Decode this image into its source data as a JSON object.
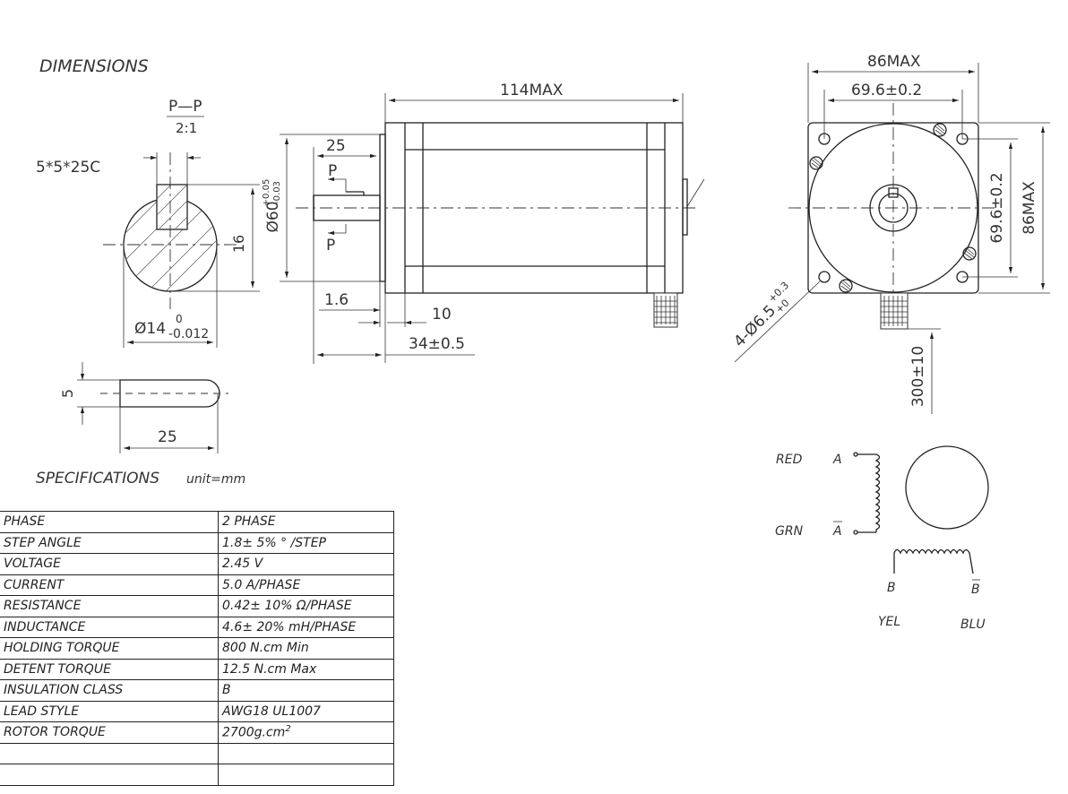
{
  "headings": {
    "dimensions": "DIMENSIONS",
    "specifications": "SPECIFICATIONS",
    "unit": "unit=mm"
  },
  "key_section": {
    "section_label": "P—P",
    "scale": "2:1",
    "key_size": "5*5*25C",
    "shaft_dia": "Ø14",
    "tol_upper": "0",
    "tol_lower": "-0.012",
    "key_height": "16"
  },
  "key_part": {
    "width": "5",
    "length": "25"
  },
  "side_view": {
    "length": "114MAX",
    "shaft_length": "25",
    "section_mark": "P",
    "pilot_dia": "Ø60",
    "pilot_tol_upper": "+0.05",
    "pilot_tol_lower": "-0.03",
    "flange_thickness": "1.6",
    "flange_width": "10",
    "shaft_extension": "34±0.5"
  },
  "front_view": {
    "body_width": "86MAX",
    "hole_spacing": "69.6±0.2",
    "hole_spacing_v": "69.6±0.2",
    "body_height": "86MAX",
    "mount_holes": "4-Ø6.5",
    "mount_tol_upper": "+0.3",
    "mount_tol_lower": "+0",
    "lead_length": "300±10"
  },
  "wiring": {
    "red": "RED",
    "grn": "GRN",
    "a": "A",
    "a_bar": "A",
    "b": "B",
    "b_bar": "B",
    "yel": "YEL",
    "blu": "BLU"
  },
  "specs": [
    {
      "key": "PHASE",
      "value": "2  PHASE"
    },
    {
      "key": "STEP ANGLE",
      "value": "1.8± 5% ° /STEP"
    },
    {
      "key": "VOLTAGE",
      "value": "2.45 V"
    },
    {
      "key": "CURRENT",
      "value": "5.0 A/PHASE"
    },
    {
      "key": "RESISTANCE",
      "value": "0.42± 10%  Ω/PHASE"
    },
    {
      "key": "INDUCTANCE",
      "value": "4.6± 20% mH/PHASE"
    },
    {
      "key": "HOLDING TORQUE",
      "value": "800  N.cm Min"
    },
    {
      "key": "DETENT TORQUE",
      "value": "12.5 N.cm Max"
    },
    {
      "key": "INSULATION CLASS",
      "value": "B"
    },
    {
      "key": "LEAD STYLE",
      "value": "AWG18 UL1007"
    },
    {
      "key": "ROTOR TORQUE",
      "value": "2700g.cm"
    },
    {
      "key": "",
      "value": ""
    },
    {
      "key": "",
      "value": ""
    }
  ],
  "specs_superscript": "2"
}
